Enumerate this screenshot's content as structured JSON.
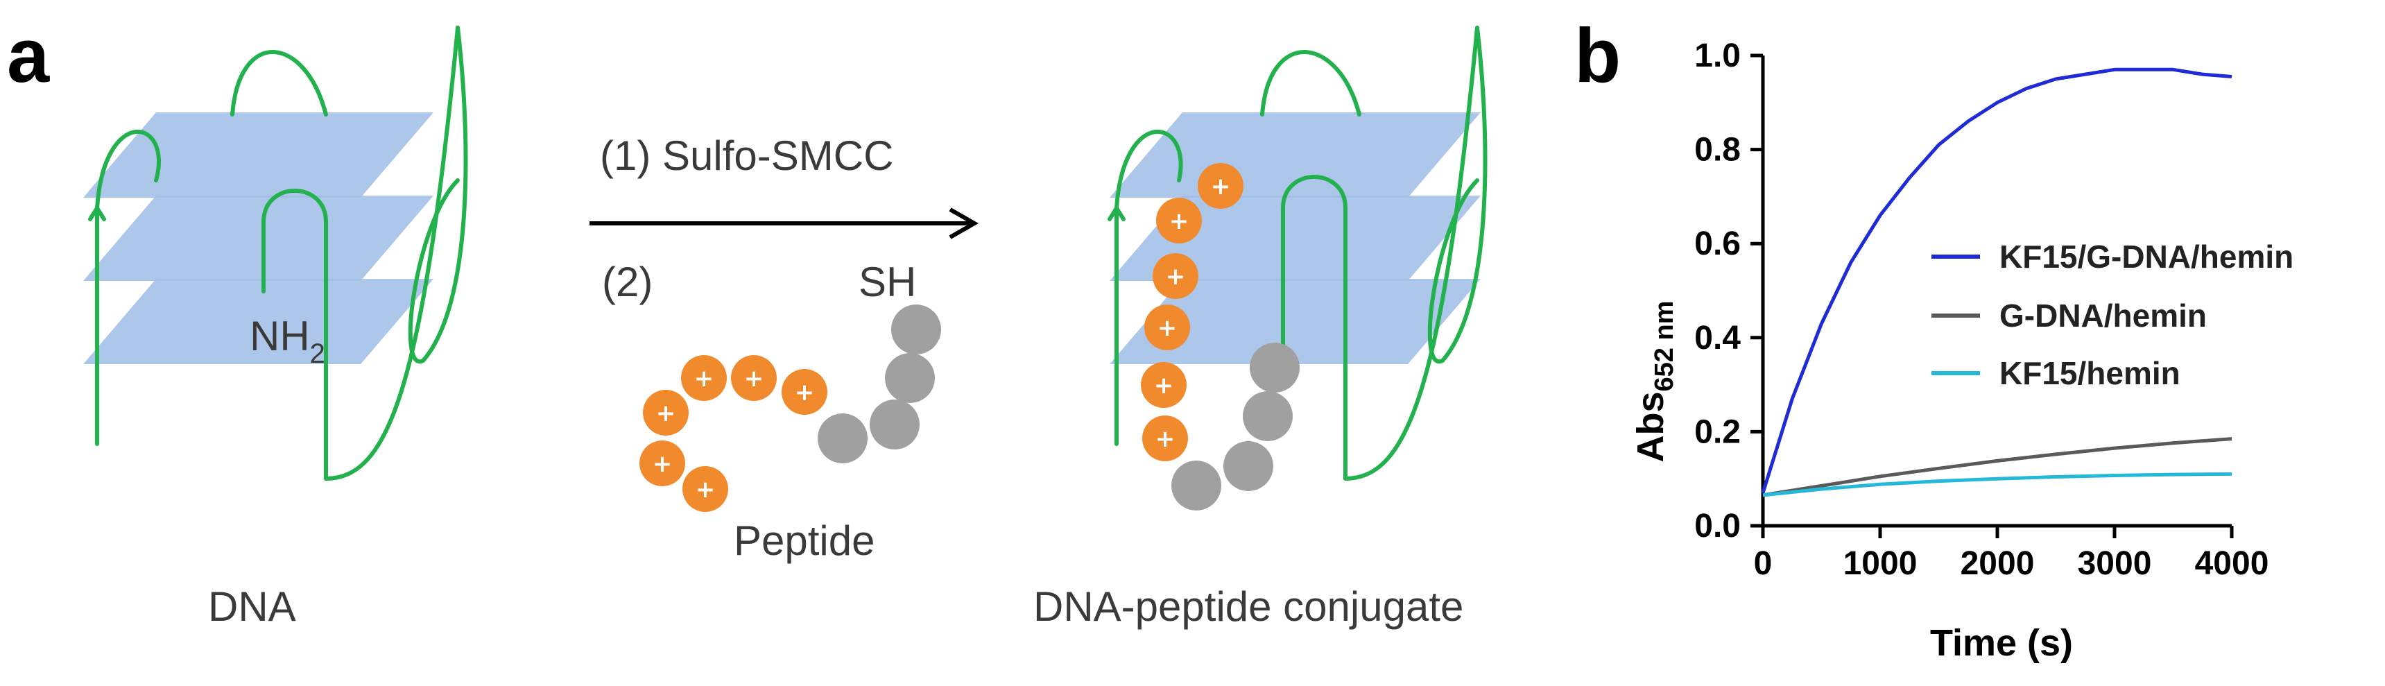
{
  "panel_a": {
    "letter": "a",
    "dna_label": "DNA",
    "nh2_main": "NH",
    "nh2_sub": "2",
    "step1": "(1) Sulfo-SMCC",
    "step2": "(2)",
    "sh_label": "SH",
    "peptide_label": "Peptide",
    "conjugate_label": "DNA-peptide  conjugate",
    "plus_symbol": "+"
  },
  "panel_b": {
    "letter": "b",
    "ylabel_main": "Abs",
    "ylabel_sub": "652 nm",
    "xlabel": "Time (s)"
  },
  "colors": {
    "dna_strand": "#22b14c",
    "quartet_plane": "#9fbde6",
    "cationic_bead": "#f08a2c",
    "thiol_bead": "#a0a0a0",
    "kf15_gdna_hemin": "#1f2bd6",
    "gdna_hemin": "#5a5a5a",
    "kf15_hemin": "#26b8d8"
  },
  "chart_data": {
    "type": "line",
    "xlabel": "Time (s)",
    "ylabel": "Abs652 nm",
    "xlim": [
      0,
      4000
    ],
    "ylim": [
      0,
      1.0
    ],
    "xticks": [
      0,
      1000,
      2000,
      3000,
      4000
    ],
    "yticks": [
      0.0,
      0.2,
      0.4,
      0.6,
      0.8,
      1.0
    ],
    "xtick_labels": [
      "0",
      "1000",
      "2000",
      "3000",
      "4000"
    ],
    "ytick_labels": [
      "0.0",
      "0.2",
      "0.4",
      "0.6",
      "0.8",
      "1.0"
    ],
    "grid": false,
    "legend_position": "right",
    "series": [
      {
        "name": "KF15/G-DNA/hemin",
        "color": "#1f2bd6",
        "x": [
          0,
          250,
          500,
          750,
          1000,
          1250,
          1500,
          1750,
          2000,
          2250,
          2500,
          2750,
          3000,
          3250,
          3500,
          3750,
          4000
        ],
        "y": [
          0.07,
          0.27,
          0.43,
          0.56,
          0.66,
          0.74,
          0.81,
          0.86,
          0.9,
          0.93,
          0.95,
          0.96,
          0.97,
          0.97,
          0.97,
          0.96,
          0.955
        ]
      },
      {
        "name": "G-DNA/hemin",
        "color": "#5a5a5a",
        "x": [
          0,
          500,
          1000,
          1500,
          2000,
          2500,
          3000,
          3500,
          4000
        ],
        "y": [
          0.065,
          0.085,
          0.105,
          0.122,
          0.138,
          0.152,
          0.165,
          0.176,
          0.185
        ]
      },
      {
        "name": "KF15/hemin",
        "color": "#26b8d8",
        "x": [
          0,
          500,
          1000,
          1500,
          2000,
          2500,
          3000,
          3500,
          4000
        ],
        "y": [
          0.065,
          0.078,
          0.088,
          0.095,
          0.1,
          0.104,
          0.107,
          0.109,
          0.11
        ]
      }
    ]
  }
}
